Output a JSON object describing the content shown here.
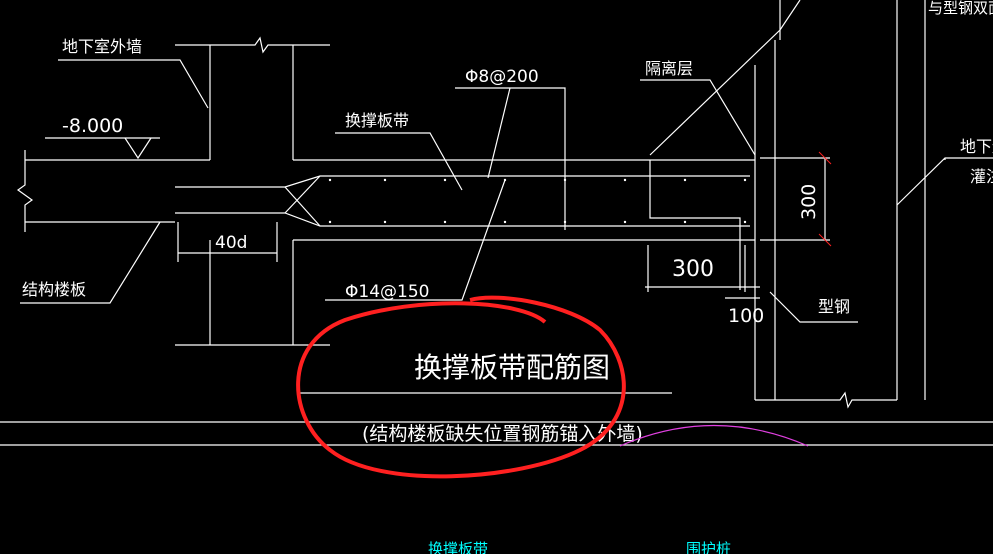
{
  "drawing": {
    "title": "换撑板带配筋图",
    "subtitle": "(结构楼板缺失位置钢筋锚入外墙)",
    "labels": {
      "basement_wall": "地下室外墙",
      "elevation": "-8.000",
      "structural_slab": "结构楼板",
      "support_band": "换撑板带",
      "top_rebar": "Φ8@200",
      "bottom_rebar": "Φ14@150",
      "isolation_layer": "隔离层",
      "steel_section": "型钢",
      "anchor_length": "40d",
      "dim_vertical": "300",
      "dim_horizontal": "300",
      "dim_offset": "100",
      "weld_note": "与型钢双面满",
      "diaphragm_wall": "地下连",
      "pour": "灌注"
    },
    "bottom_labels": [
      "换撑板带",
      "围护桩"
    ],
    "colors": {
      "background": "#000000",
      "lines": "#ffffff",
      "markup": "#ff2020",
      "arc": "#e040e0",
      "bottom_text": "#00ffff"
    }
  }
}
